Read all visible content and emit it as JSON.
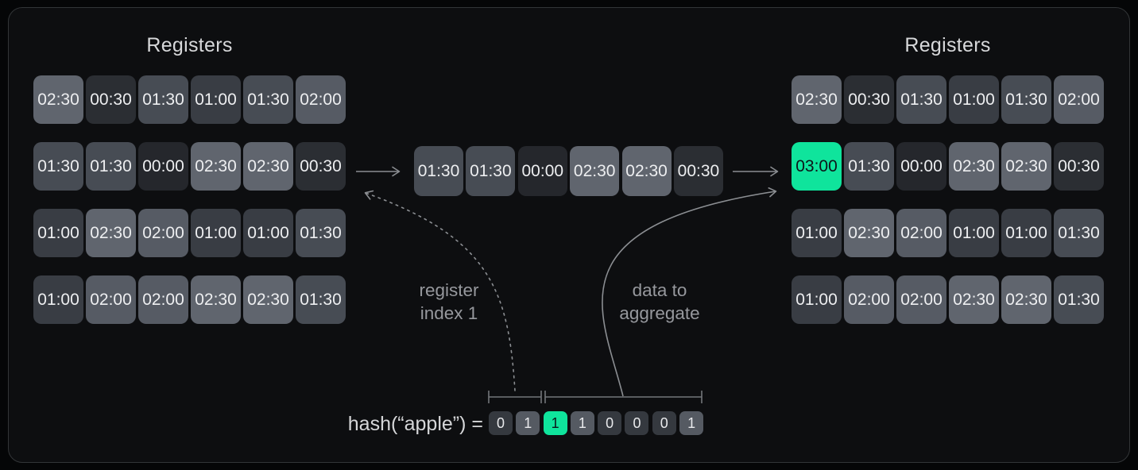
{
  "left_registers": {
    "title": "Registers",
    "rows": [
      [
        "02:30",
        "00:30",
        "01:30",
        "01:00",
        "01:30",
        "02:00"
      ],
      [
        "01:30",
        "01:30",
        "00:00",
        "02:30",
        "02:30",
        "00:30"
      ],
      [
        "01:00",
        "02:30",
        "02:00",
        "01:00",
        "01:00",
        "01:30"
      ],
      [
        "01:00",
        "02:00",
        "02:00",
        "02:30",
        "02:30",
        "01:30"
      ]
    ]
  },
  "merged_registers": {
    "rows": [
      [
        "01:30",
        "01:30",
        "00:00",
        "02:30",
        "02:30",
        "00:30"
      ]
    ]
  },
  "right_registers": {
    "title": "Registers",
    "highlight": {
      "row": 1,
      "col": 0
    },
    "rows": [
      [
        "02:30",
        "00:30",
        "01:30",
        "01:00",
        "01:30",
        "02:00"
      ],
      [
        "03:00",
        "01:30",
        "00:00",
        "02:30",
        "02:30",
        "00:30"
      ],
      [
        "01:00",
        "02:30",
        "02:00",
        "01:00",
        "01:00",
        "01:30"
      ],
      [
        "01:00",
        "02:00",
        "02:00",
        "02:30",
        "02:30",
        "01:30"
      ]
    ]
  },
  "hash": {
    "label": "hash(“apple”) =",
    "bits": [
      "0",
      "1",
      "1",
      "1",
      "0",
      "0",
      "0",
      "1"
    ],
    "highlight_index": 2
  },
  "annotations": {
    "register_index": {
      "line1": "register",
      "line2": "index 1"
    },
    "data_to_aggregate": {
      "line1": "data to",
      "line2": "aggregate"
    }
  },
  "colors": {
    "highlight": "#0fe49c",
    "highlight_text": "#0d1519",
    "cell_text": "#edeef0",
    "values": {
      "00:00": "#25272c",
      "00:30": "#2b2e33",
      "01:00": "#393d44",
      "01:30": "#474c54",
      "02:00": "#565b64",
      "02:30": "#60656e",
      "03:00": "#0fe49c"
    },
    "bit_zero": "#35393f",
    "bit_one": "#555a62",
    "arrow": "#8b8e92",
    "bracket": "#73767a"
  }
}
